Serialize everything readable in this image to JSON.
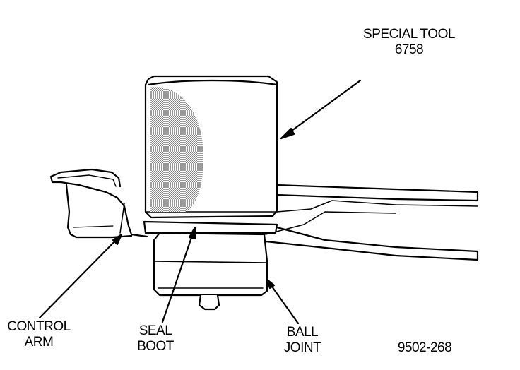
{
  "labels": {
    "special_tool": {
      "line1": "SPECIAL TOOL",
      "line2": "6758"
    },
    "control_arm": {
      "line1": "CONTROL",
      "line2": "ARM"
    },
    "seal_boot": {
      "line1": "SEAL",
      "line2": "BOOT"
    },
    "ball_joint": {
      "line1": "BALL",
      "line2": "JOINT"
    },
    "figure_id": "9502-268"
  },
  "colors": {
    "ink": "#000000",
    "paper": "#ffffff",
    "shading": "#8a8a8a"
  }
}
